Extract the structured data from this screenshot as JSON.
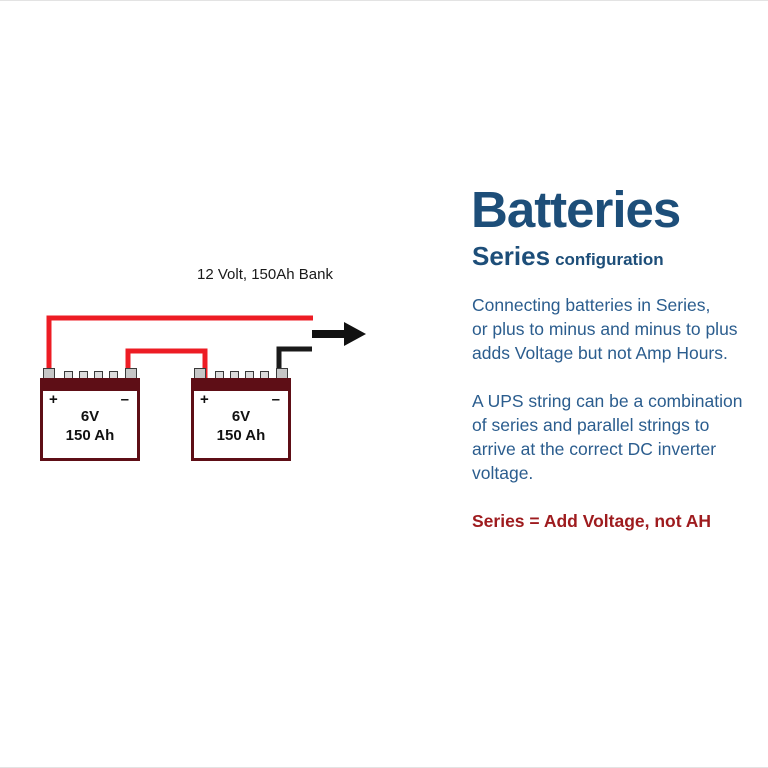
{
  "diagram": {
    "bank_label": "12 Volt, 150Ah Bank",
    "battery1": {
      "plus": "+",
      "minus": "–",
      "voltage": "6V",
      "capacity": "150 Ah"
    },
    "battery2": {
      "plus": "+",
      "minus": "–",
      "voltage": "6V",
      "capacity": "150 Ah"
    },
    "colors": {
      "positive_wire": "#ed1c24",
      "negative_wire": "#1a1a1a",
      "battery_case": "#5e0e16",
      "terminal_post": "#c6c6c6"
    }
  },
  "panel": {
    "title": "Batteries",
    "subtitle_primary": "Series",
    "subtitle_secondary": "configuration",
    "paragraph1": "Connecting batteries in Series,\nor plus to minus and minus to plus\nadds Voltage but not Amp Hours.",
    "paragraph2": "A UPS string can be a combination\nof series and parallel strings to\narrive at the correct DC inverter\nvoltage.",
    "highlight": "Series = Add Voltage, not AH",
    "colors": {
      "heading": "#1d4e79",
      "body_text": "#2b5d8e",
      "highlight_text": "#9e1b1e"
    }
  }
}
